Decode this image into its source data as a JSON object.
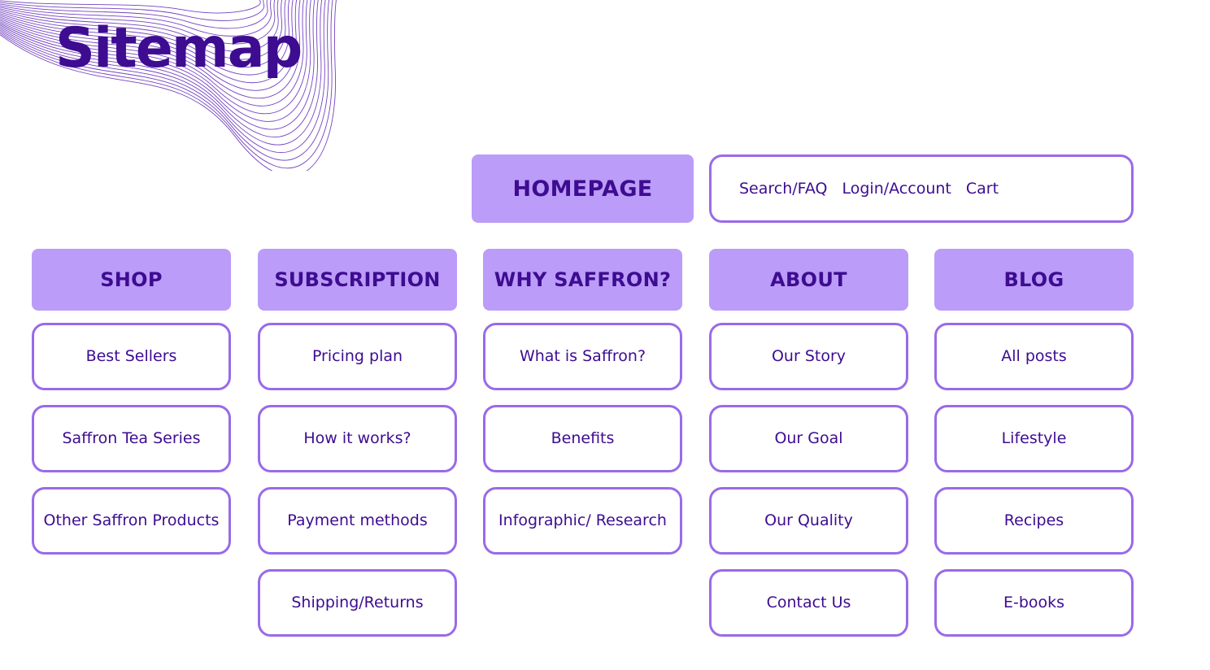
{
  "title": "Sitemap",
  "homepage": "HOMEPAGE",
  "top_nav": [
    "Search/FAQ",
    "Login/Account",
    "Cart"
  ],
  "columns": [
    {
      "header": "SHOP",
      "items": [
        "Best Sellers",
        "Saffron Tea Series",
        "Other Saffron Products"
      ]
    },
    {
      "header": "SUBSCRIPTION",
      "items": [
        "Pricing plan",
        "How it works?",
        "Payment methods",
        "Shipping/Returns"
      ]
    },
    {
      "header": "WHY SAFFRON?",
      "items": [
        "What is Saffron?",
        "Benefits",
        "Infographic/ Research"
      ]
    },
    {
      "header": "ABOUT",
      "items": [
        "Our Story",
        "Our Goal",
        "Our Quality",
        "Contact Us"
      ]
    },
    {
      "header": "BLOG",
      "items": [
        "All posts",
        "Lifestyle",
        "Recipes",
        "E-books"
      ]
    }
  ],
  "colors": {
    "text": "#3d0c91",
    "fill": "#bb9cf8",
    "border": "#9a6ae8",
    "wave_lines": "#5b21b6"
  },
  "decoration": "wave-lines-pattern"
}
